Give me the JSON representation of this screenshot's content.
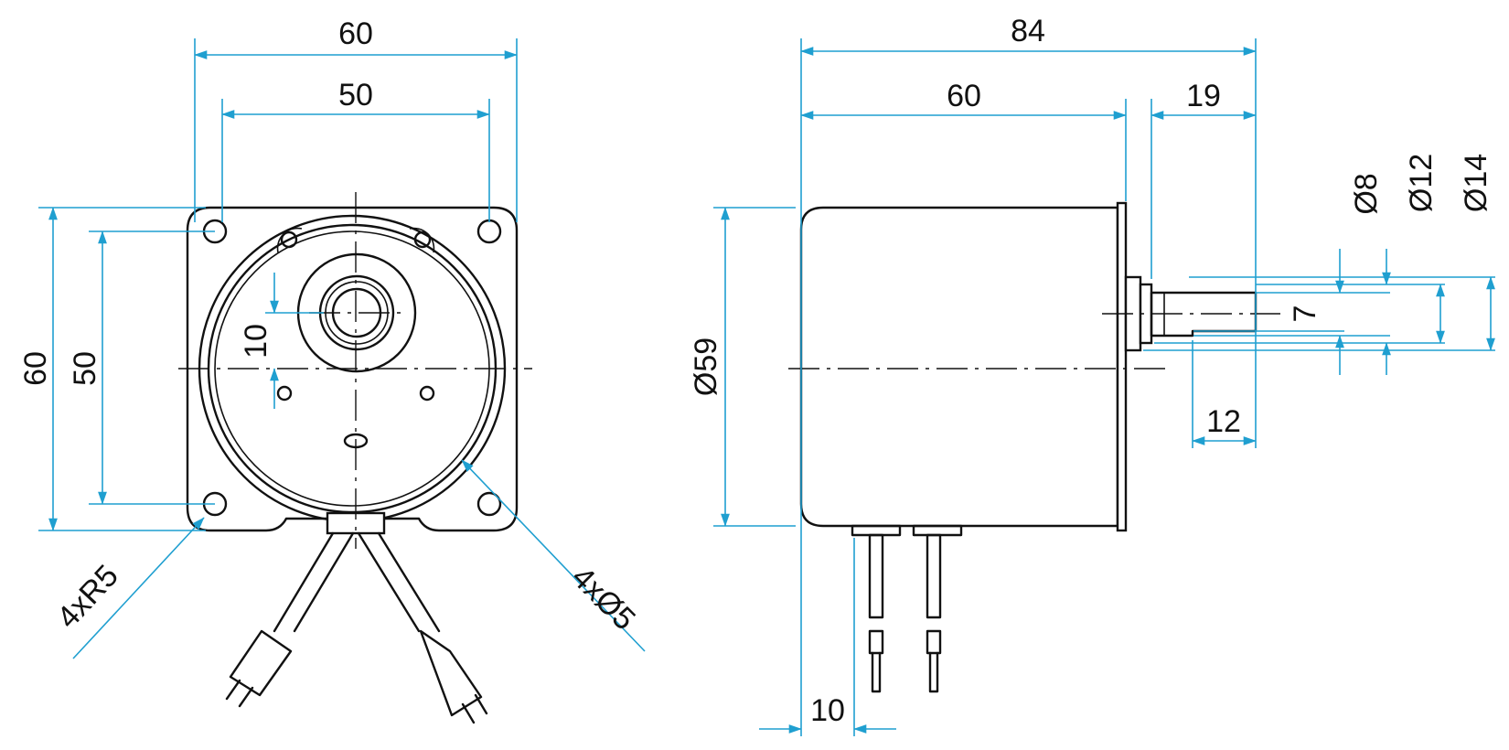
{
  "dimensions": {
    "front_width_outer": "60",
    "front_width_holes": "50",
    "front_height_outer": "60",
    "front_height_holes": "50",
    "hub_offset": "10",
    "corner_radius": "4xR5",
    "hole_diameter": "4xØ5",
    "total_length": "84",
    "body_length": "60",
    "shaft_length": "19",
    "shaft_diameter": "Ø8",
    "collar_diameter_1": "Ø12",
    "collar_diameter_2": "Ø14",
    "flat_depth": "7",
    "flat_length": "12",
    "body_diameter": "Ø59",
    "terminal_offset": "10"
  },
  "colors": {
    "outline": "#111111",
    "dimension_line": "#1f9fd0",
    "background": "#ffffff"
  }
}
